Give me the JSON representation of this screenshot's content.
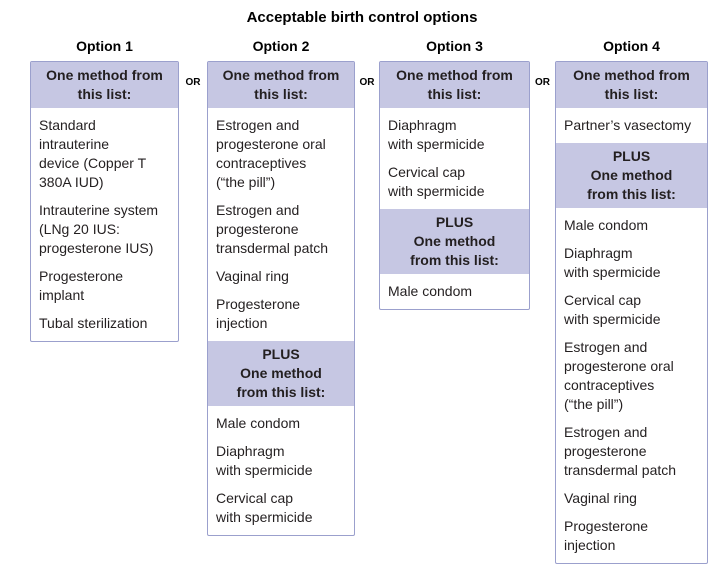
{
  "title": "Acceptable birth control options",
  "or_label": "OR",
  "colors": {
    "band_fill": "#c6c7e3",
    "box_border": "#9ba0cd",
    "text": "#231f20"
  },
  "columns": [
    {
      "label": "Option 1",
      "sections": [
        {
          "type": "band",
          "text": "One method from\nthis list:"
        },
        {
          "type": "list",
          "items": [
            "Standard\nintrauterine\ndevice (Copper T\n380A IUD)",
            "Intrauterine system\n(LNg 20 IUS:\nprogesterone IUS)",
            "Progesterone\nimplant",
            "Tubal sterilization"
          ]
        }
      ]
    },
    {
      "label": "Option 2",
      "sections": [
        {
          "type": "band",
          "text": "One method from\nthis list:"
        },
        {
          "type": "list",
          "items": [
            "Estrogen and\nprogesterone oral\ncontraceptives\n(“the pill”)",
            "Estrogen and\nprogesterone\ntransdermal patch",
            "Vaginal ring",
            "Progesterone\ninjection"
          ]
        },
        {
          "type": "band",
          "text": "PLUS\nOne method\nfrom this list:"
        },
        {
          "type": "list",
          "items": [
            "Male condom",
            "Diaphragm\nwith spermicide",
            "Cervical cap\nwith spermicide"
          ]
        }
      ]
    },
    {
      "label": "Option 3",
      "sections": [
        {
          "type": "band",
          "text": "One method from\nthis list:"
        },
        {
          "type": "list",
          "items": [
            "Diaphragm\nwith spermicide",
            "Cervical cap\nwith spermicide"
          ]
        },
        {
          "type": "band",
          "text": "PLUS\nOne method\nfrom this list:"
        },
        {
          "type": "list",
          "items": [
            "Male condom"
          ]
        }
      ]
    },
    {
      "label": "Option 4",
      "sections": [
        {
          "type": "band",
          "text": "One method from\nthis list:"
        },
        {
          "type": "list",
          "items": [
            "Partner’s vasectomy"
          ]
        },
        {
          "type": "band",
          "text": "PLUS\nOne method\nfrom this list:"
        },
        {
          "type": "list",
          "items": [
            "Male condom",
            "Diaphragm\nwith spermicide",
            "Cervical cap\nwith spermicide",
            "Estrogen and\nprogesterone oral\ncontraceptives\n(“the pill”)",
            "Estrogen and\nprogesterone\ntransdermal patch",
            "Vaginal ring",
            "Progesterone\ninjection"
          ]
        }
      ]
    }
  ]
}
